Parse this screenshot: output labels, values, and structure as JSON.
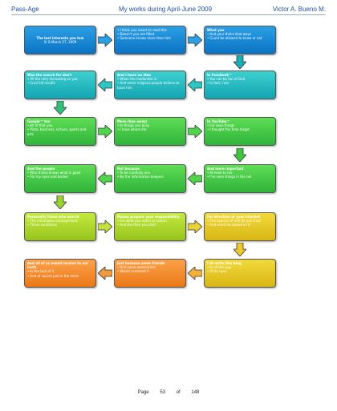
{
  "header": {
    "left": "Pass-Age",
    "center": "My works during April-June 2009",
    "right": "Victor A. Bueno M."
  },
  "rows": [
    {
      "color": "blue",
      "boxes": [
        {
          "title": "The last interests you tow",
          "items": [],
          "subtitle": "Sr 8 March 27, 2009"
        },
        {
          "title": "",
          "items": [
            "I think you resort to read this",
            "Doesn't you are filled",
            "Someone knows more than him"
          ]
        },
        {
          "title": "What you",
          "items": [
            "And your theirs that ways",
            "Count be allowed to know or not"
          ]
        }
      ]
    },
    {
      "color": "teal",
      "boxes": [
        {
          "title": "Was the search for don't",
          "items": [
            "All the very increasing as you",
            "Cruel till results"
          ]
        },
        {
          "title": "And I have no idea",
          "items": [
            "When the moderator is",
            "And some religious people believe to have him"
          ]
        },
        {
          "title": "In Facebook™",
          "items": [
            "You can be fan of God",
            "In fact, I am"
          ]
        }
      ]
    },
    {
      "color": "green",
      "boxes": [
        {
          "title": "Google™ too",
          "items": [
            "All of that you",
            "Pizza, business, virtues, sports and arts"
          ]
        },
        {
          "title": "More (bye away)",
          "items": [
            "In things you busy",
            "I have whom life"
          ]
        },
        {
          "title": "In YouTube™",
          "items": [
            "For seen things",
            "I thought the time forgot"
          ]
        }
      ]
    },
    {
      "color": "green",
      "boxes": [
        {
          "title": "And the people",
          "items": [
            "Who thinks knows what is good",
            "For my eyes and barber"
          ]
        },
        {
          "title": "Not because",
          "items": [
            "To be carefully one",
            "By the information keepers"
          ]
        },
        {
          "title": "And more important",
          "items": [
            "At least to me",
            "I've seen things in the net"
          ]
        }
      ]
    },
    {
      "color": "lime",
      "boxes": [
        {
          "title": "Personally those who search",
          "items": [
            "The information arrangement",
            "Those conditions"
          ]
        },
        {
          "title": "Please prepare your responsibility",
          "items": [
            "For what you reach or search",
            "And the then you start"
          ]
        },
        {
          "title": "For direction of your Internet",
          "items": [
            "The sources of info do you trust",
            "And searches based on it"
          ]
        }
      ]
    },
    {
      "color": "orange",
      "boxes": [
        {
          "title": "And all of us would receive to our truth",
          "items": [
            "In the lack of it",
            "And of course just in the mind"
          ]
        },
        {
          "title": "Just because some friends",
          "items": [
            "And some adversaries",
            "Would comment it"
          ]
        },
        {
          "title": "I do write this blog",
          "items": [
            "In all the way",
            "Of its eyes"
          ]
        }
      ]
    }
  ],
  "footer": {
    "label": "Page",
    "page": "53",
    "of_label": "of",
    "total": "148"
  }
}
